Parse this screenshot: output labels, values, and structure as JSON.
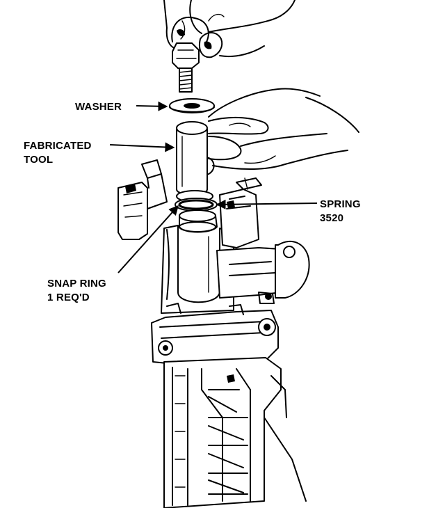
{
  "labels": {
    "washer": "WASHER",
    "fabricated_tool_line1": "FABRICATED",
    "fabricated_tool_line2": "TOOL",
    "spring_line1": "SPRING",
    "spring_line2": "3520",
    "snap_ring_line1": "SNAP RING",
    "snap_ring_line2": "1 REQ'D"
  },
  "colors": {
    "ink": "#000000",
    "paper": "#ffffff"
  }
}
